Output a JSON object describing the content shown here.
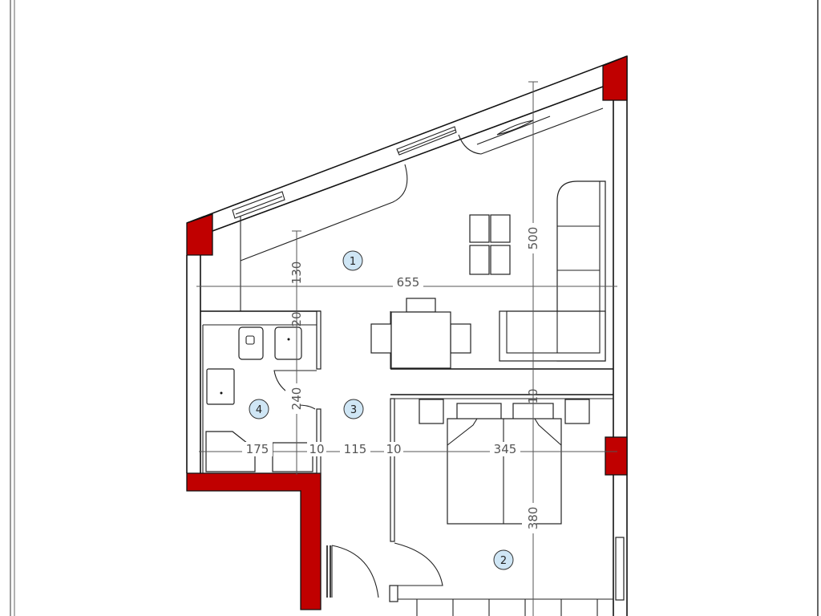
{
  "plan": {
    "colors": {
      "structural_wall": "#c00000",
      "room_tag": "#cfe6f5",
      "dimension": "#555555"
    },
    "rooms": [
      {
        "tag": "1"
      },
      {
        "tag": "2"
      },
      {
        "tag": "3"
      },
      {
        "tag": "4"
      }
    ],
    "dimensions": {
      "overall_width": "655",
      "bottom_chain": [
        "175",
        "10",
        "115",
        "10",
        "345"
      ],
      "left_vertical": [
        "130",
        "20",
        "240"
      ],
      "right_vertical": [
        "500",
        "10",
        "380"
      ]
    }
  }
}
